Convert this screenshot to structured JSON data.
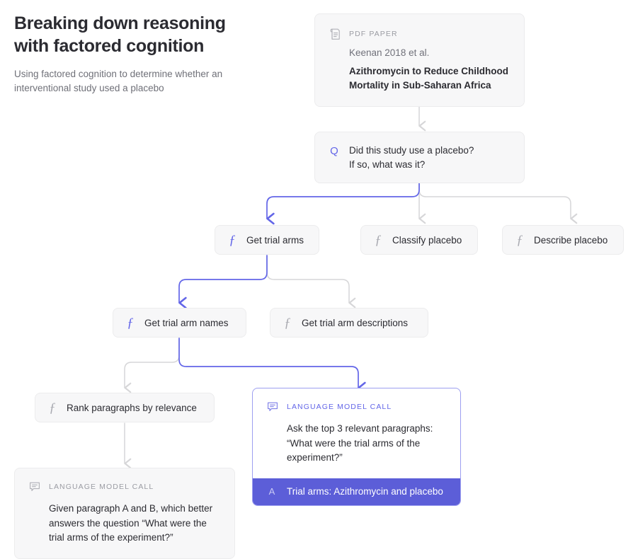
{
  "header": {
    "title": "Breaking down reasoning\nwith factored cognition",
    "subtitle": "Using factored cognition to determine whether an\ninterventional study used a placebo"
  },
  "colors": {
    "accent": "#5c5ed8",
    "accent_light": "#6366e8",
    "accent_border": "#9d9ff0",
    "card_bg": "#f7f7f8",
    "card_border": "#ececed",
    "edge_gray": "#d6d6d8",
    "edge_purple": "#6366e8",
    "text_primary": "#2b2b31",
    "text_muted": "#9b9ca3"
  },
  "nodes": {
    "paper": {
      "kicker": "PDF PAPER",
      "icon": "document-icon",
      "author": "Keenan 2018 et al.",
      "title": "Azithromycin to Reduce Childhood\nMortality in Sub-Saharan Africa"
    },
    "question": {
      "icon": "question-mark-icon",
      "mark": "Q",
      "text": "Did this study use a placebo?\nIf so, what was it?"
    },
    "functions": [
      {
        "label": "Get trial arms",
        "glyph": "ƒ",
        "icon": "function-icon",
        "active": true
      },
      {
        "label": "Classify placebo",
        "glyph": "ƒ",
        "icon": "function-icon",
        "active": false
      },
      {
        "label": "Describe placebo",
        "glyph": "ƒ",
        "icon": "function-icon",
        "active": false
      },
      {
        "label": "Get trial arm names",
        "glyph": "ƒ",
        "icon": "function-icon",
        "active": true
      },
      {
        "label": "Get trial arm descriptions",
        "glyph": "ƒ",
        "icon": "function-icon",
        "active": false
      },
      {
        "label": "Rank paragraphs by relevance",
        "glyph": "ƒ",
        "icon": "function-icon",
        "active": false
      }
    ],
    "lm_call_highlight": {
      "kicker": "LANGUAGE MODEL CALL",
      "icon": "speech-bubble-icon",
      "prompt": "Ask the top 3 relevant paragraphs:\n“What were the trial arms of the\nexperiment?”",
      "answer_mark": "A",
      "answer": "Trial arms: Azithromycin and placebo"
    },
    "lm_call_plain": {
      "kicker": "LANGUAGE MODEL CALL",
      "icon": "speech-bubble-icon",
      "prompt": "Given paragraph A and B, which better\nanswers the question “What were the\ntrial arms of the experiment?”"
    }
  }
}
